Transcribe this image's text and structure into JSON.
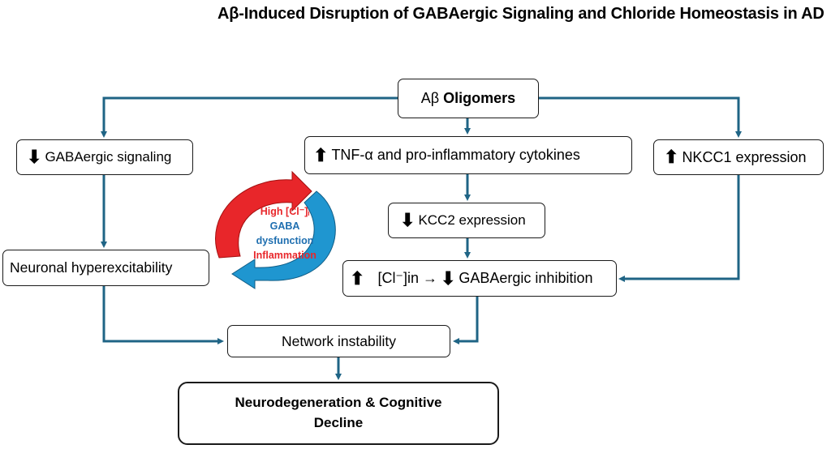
{
  "title": "Aβ-Induced Disruption of GABAergic Signaling and Chloride Homeostasis in AD",
  "nodes": {
    "abeta": {
      "prefix": "Aβ ",
      "bold": "Oligomers"
    },
    "gaba_signaling": {
      "arrow": "⬇",
      "text": "GABAergic signaling"
    },
    "tnf": {
      "arrow": "⬆",
      "text": "TNF-α and pro-inflammatory cytokines"
    },
    "nkcc1": {
      "arrow": "⬆",
      "text": "NKCC1 expression"
    },
    "kcc2": {
      "arrow": "⬇",
      "text": "KCC2 expression"
    },
    "hyperexcitability": {
      "text": "Neuronal hyperexcitability"
    },
    "chloride": {
      "arrow1": "⬆",
      "text1": "[Cl⁻]in →",
      "arrow2": "⬇",
      "text2": "GABAergic inhibition"
    },
    "network": {
      "text": "Network instability"
    },
    "final": {
      "line1": "Neurodegeneration & Cognitive",
      "line2": "Decline"
    }
  },
  "cycle": {
    "line1": "High [Cl⁻]ᵢ",
    "line2": "GABA",
    "line3": "dysfunction",
    "line4": "Inflammation"
  },
  "colors": {
    "connector": "#1f6485",
    "cycle_red": "#e8262a",
    "cycle_blue": "#1f96d0",
    "text_red": "#e8262a",
    "text_blue": "#1f6fb0"
  }
}
